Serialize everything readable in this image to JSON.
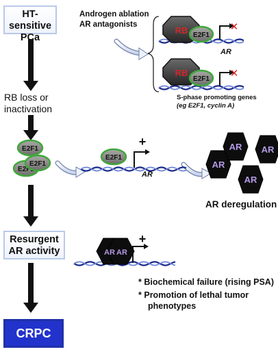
{
  "boxes": {
    "ht_sensitive_line1": "HT-sensitive",
    "ht_sensitive_line2": "PCa",
    "resurgent_line1": "Resurgent",
    "resurgent_line2": "AR activity",
    "crpc": "CRPC"
  },
  "annotations": {
    "androgen_line1": "Androgen ablation",
    "androgen_line2": "AR antagonists",
    "rb_loss_line1": "RB loss or",
    "rb_loss_line2": "inactivation",
    "s_phase_line1": "S-phase promoting genes",
    "s_phase_line2": "(eg E2F1, cyclin A)",
    "ar_deregulation": "AR deregulation"
  },
  "molecules": {
    "rb": "RB",
    "e2f1": "E2F1",
    "ar_gene": "AR",
    "ar_protein": "AR",
    "plus": "+",
    "block": "✕"
  },
  "outcomes": {
    "bullet": "*",
    "item1": "Biochemical failure (rising PSA)",
    "item2_line1": "Promotion of lethal tumor",
    "item2_line2": "phenotypes"
  },
  "colors": {
    "dna_dark": "#1a2a8a",
    "dna_light": "#6f86d6",
    "e2f1_fill": "#8a8a88",
    "e2f1_border": "#3fa83a",
    "rb_text": "#d02828",
    "ar_text": "#b49ae6",
    "block_x": "#e02020",
    "crpc_fill": "#2233cc"
  }
}
